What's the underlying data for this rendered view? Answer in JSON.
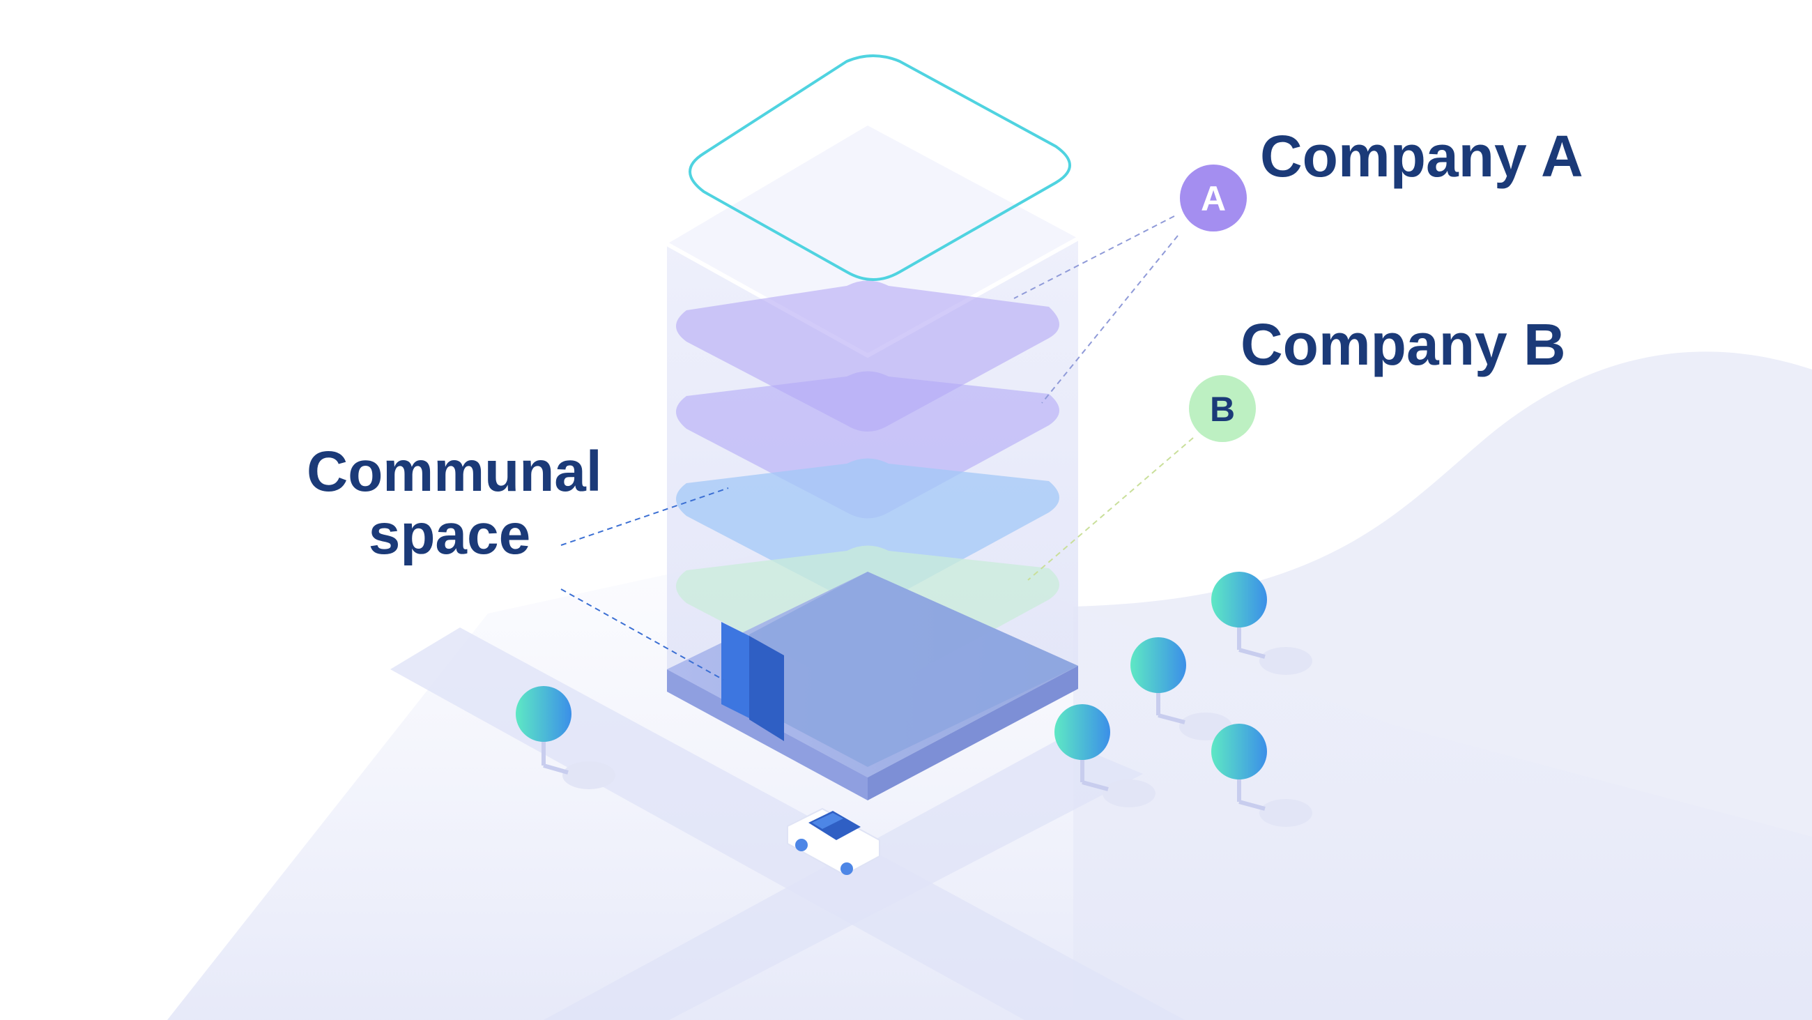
{
  "labels": {
    "company_a": "Company A",
    "company_b": "Company B",
    "communal_line1": "Communal",
    "communal_line2": "space"
  },
  "badges": {
    "a": "A",
    "b": "B"
  },
  "colors": {
    "text": "#1b3a78",
    "badge_a": "#a48ef0",
    "badge_b": "#bdf0c2",
    "badge_b_text": "#1b3a78",
    "roof_outline": "#4fd3e0",
    "floor_purple": "#b4a8f5",
    "floor_blue": "#a3c8f7",
    "floor_green": "#c9ecd9",
    "tree_start": "#5ee8c4",
    "tree_end": "#3b8fe8",
    "ground": "#e8ebf8"
  }
}
